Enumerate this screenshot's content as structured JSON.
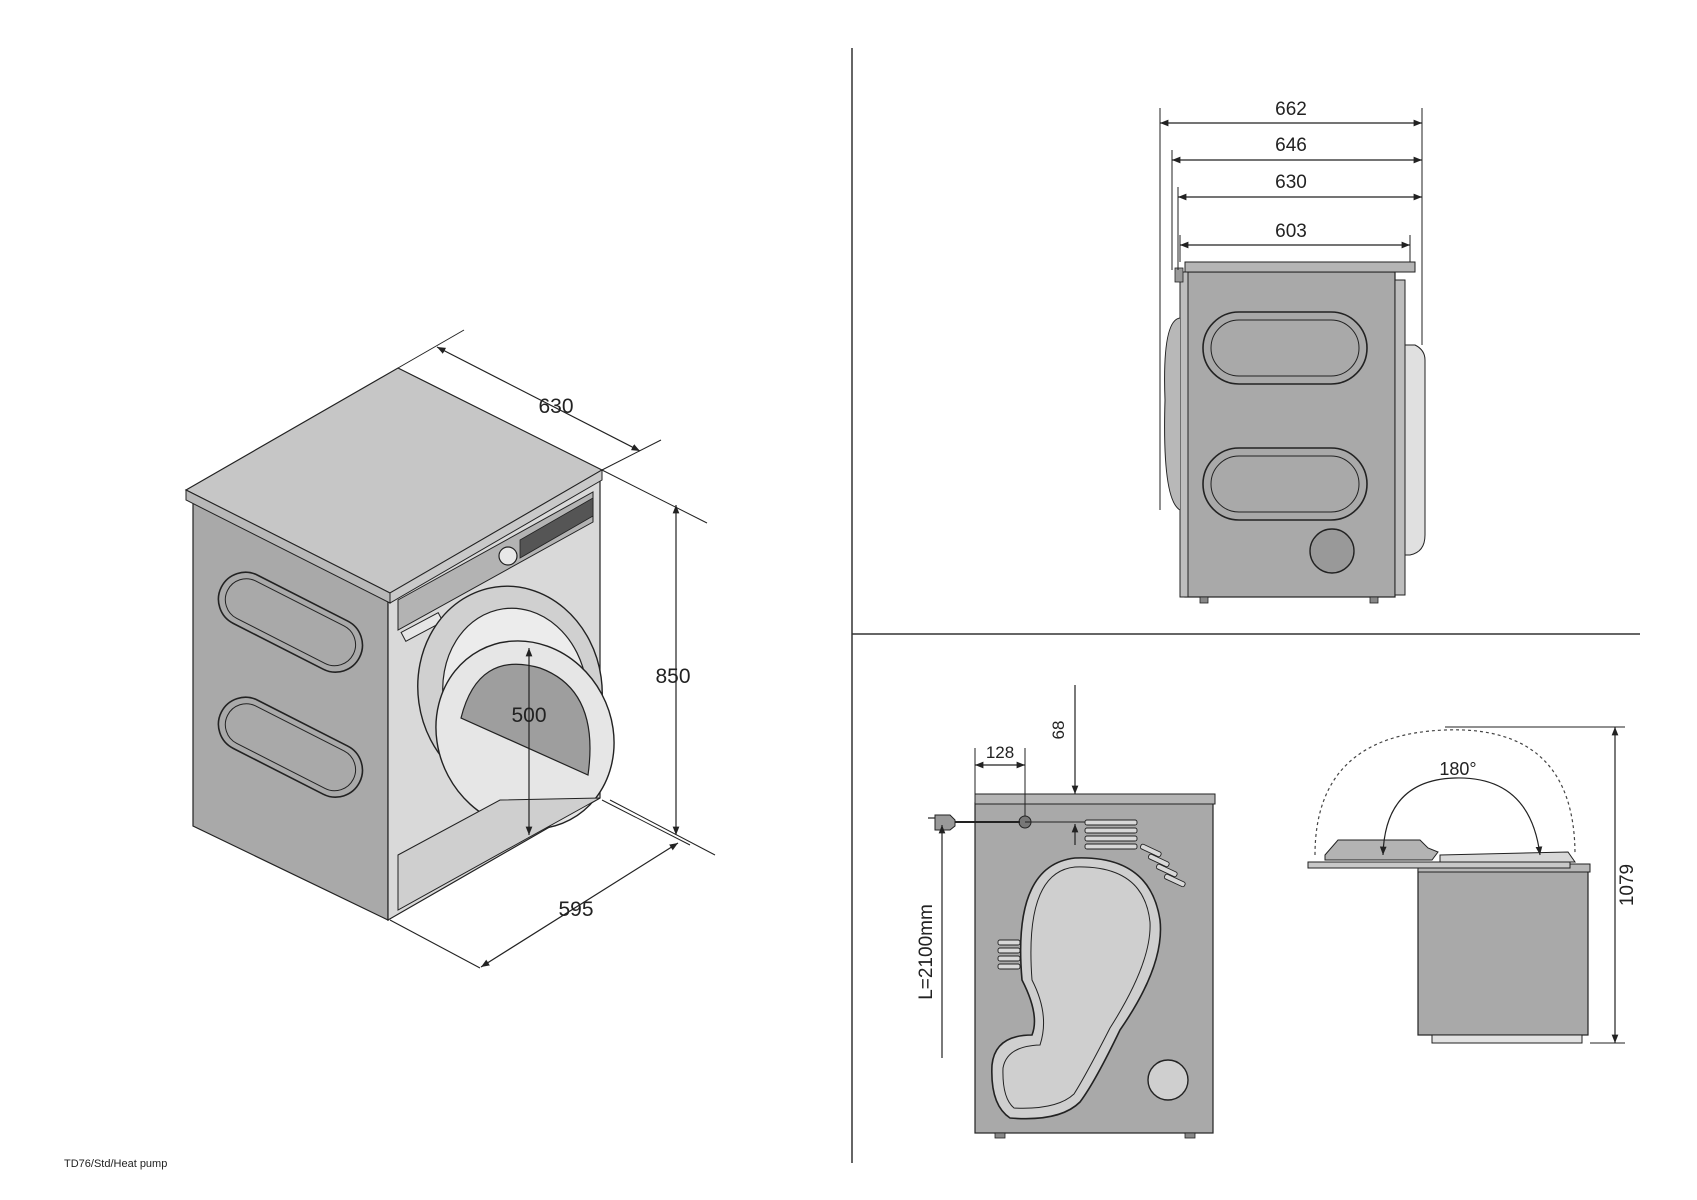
{
  "model_label": "TD76/Std/Heat pump",
  "iso_view": {
    "depth": "630",
    "height": "850",
    "width": "595",
    "door": "500"
  },
  "side_view": {
    "d1": "662",
    "d2": "646",
    "d3": "630",
    "d4": "603"
  },
  "rear_view": {
    "offset_x": "128",
    "offset_y": "68",
    "cable": "L=2100mm"
  },
  "door_view": {
    "angle": "180°",
    "height": "1079"
  },
  "colors": {
    "body": "#a9a9a9",
    "face": "#d9d9d9",
    "line": "#222222"
  }
}
